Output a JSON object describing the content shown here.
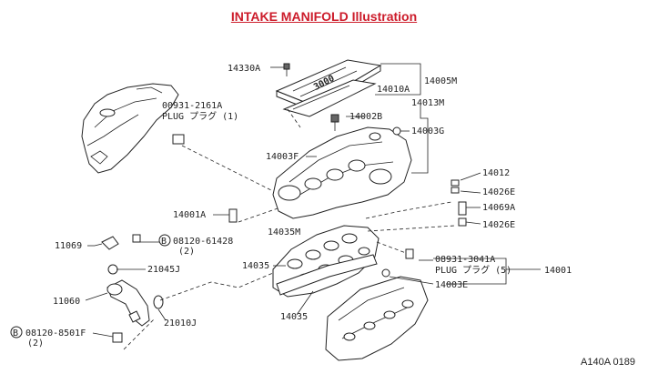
{
  "title": "INTAKE MANIFOLD Illustration",
  "reference": "A140A 0189",
  "colors": {
    "title": "#cc1b2a",
    "ink": "#222222",
    "background": "#ffffff"
  },
  "parts": {
    "p14330A": "14330A",
    "p14005M": "14005M",
    "p14010A": "14010A",
    "p14002B": "14002B",
    "p14013M": "14013M",
    "p14003G": "14003G",
    "p00931_2161A": "00931-2161A",
    "p_plug_1": "PLUG プラグ (1)",
    "p14003F": "14003F",
    "p14012": "14012",
    "p14026E_a": "14026E",
    "p14069A": "14069A",
    "p14026E_b": "14026E",
    "p14001A": "14001A",
    "p14035M": "14035M",
    "p11069": "11069",
    "p08120_61428": "08120-61428",
    "p08120_61428_qty": "(2)",
    "p21045J": "21045J",
    "p08931_3041A": "08931-3041A",
    "p_plug_5": "PLUG プラグ (5)",
    "p14001": "14001",
    "p14035_a": "14035",
    "p14003E": "14003E",
    "p11060": "11060",
    "p21010J": "21010J",
    "p14035_b": "14035",
    "p08120_8501F": "08120-8501F",
    "p08120_8501F_qty": "(2)",
    "bolt_mark": "B",
    "cover_text": "3000"
  }
}
